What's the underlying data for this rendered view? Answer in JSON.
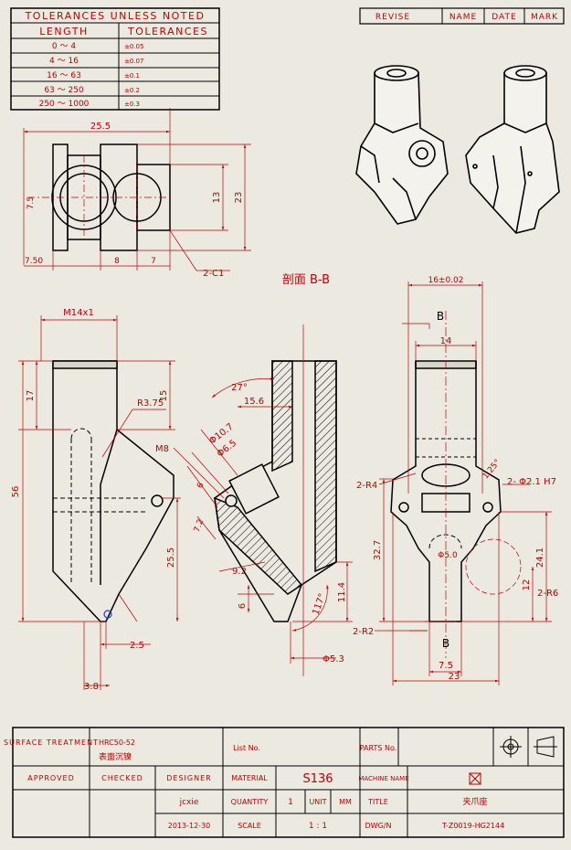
{
  "tolerance_table": {
    "title": "TOLERANCES UNLESS NOTED",
    "col_length": "LENGTH",
    "col_tolerance": "TOLERANCES",
    "rows": [
      {
        "length": "0 ～ 4",
        "tol": "±0.05"
      },
      {
        "length": "4 ～ 16",
        "tol": "±0.07"
      },
      {
        "length": "16 ～ 63",
        "tol": "±0.1"
      },
      {
        "length": "63 ～ 250",
        "tol": "±0.2"
      },
      {
        "length": "250 ～ 1000",
        "tol": "±0.3"
      }
    ]
  },
  "revision_table": {
    "revise": "REVISE",
    "name": "NAME",
    "date": "DATE",
    "mark": "MARK"
  },
  "section_title": "剖面 B-B",
  "dimensions": {
    "top_width": "25.5",
    "d_13": "13",
    "d_23": "23",
    "d_7_5_left": "7.5",
    "d_7_50": "7.50",
    "d_8": "8",
    "d_7": "7",
    "chamfer": "2-C1",
    "thread": "M14x1",
    "d_17": "17",
    "d_15": "15",
    "r_3_75": "R3.75",
    "d_56": "56",
    "d_25_5": "25.5",
    "d_2_5": "2.5",
    "d_3_8": "3.8",
    "ang_27": "27°",
    "d_15_6": "15.6",
    "phi_10_7": "Φ10.7",
    "phi_6_5": "Φ6.5",
    "m8": "M8",
    "d_6": "6",
    "d_7_2": "7.2",
    "d_9_2": "9.2",
    "d_6b": "6",
    "ang_117": "117°",
    "d_11_4": "11.4",
    "phi_5_3": "Φ5.3",
    "d_16": "16±0.02",
    "d_14": "14",
    "label_b": "B",
    "r4": "2-R4",
    "ang_125": "1.25°",
    "phi_2_1": "2- Φ2.1 H7",
    "d_32_7": "32.7",
    "phi_5": "Φ5.0",
    "d_24_1": "24.1",
    "d_12": "12",
    "r6": "2-R6",
    "r2": "2-R2",
    "d_7_5": "7.5",
    "d_23b": "23"
  },
  "title_block": {
    "surface_treatment": "SURFACE TREATMENT",
    "hardness": "HRC50-52",
    "hardness_note": "表面沉镍",
    "list_no": "List No.",
    "parts_no": "PARTS No.",
    "approved": "APPROVED",
    "checked": "CHECKED",
    "designer": "DESIGNER",
    "material": "MATERIAL",
    "material_value": "S136",
    "machine_name": "MACHINE NAME",
    "designer_name": "jcxie",
    "quantity": "QUANTITY",
    "quantity_value": "1",
    "unit": "UNIT",
    "unit_value": "MM",
    "title_label": "TITLE",
    "title_value": "夹爪座",
    "date": "2013-12-30",
    "scale": "SCALE",
    "scale_value": "1 : 1",
    "dwg_no": "DWG/N",
    "dwg_value": "T-Z0019-HG2144"
  },
  "colors": {
    "line": "#c00000",
    "outline": "#000000",
    "paper": "#ece9e0"
  }
}
